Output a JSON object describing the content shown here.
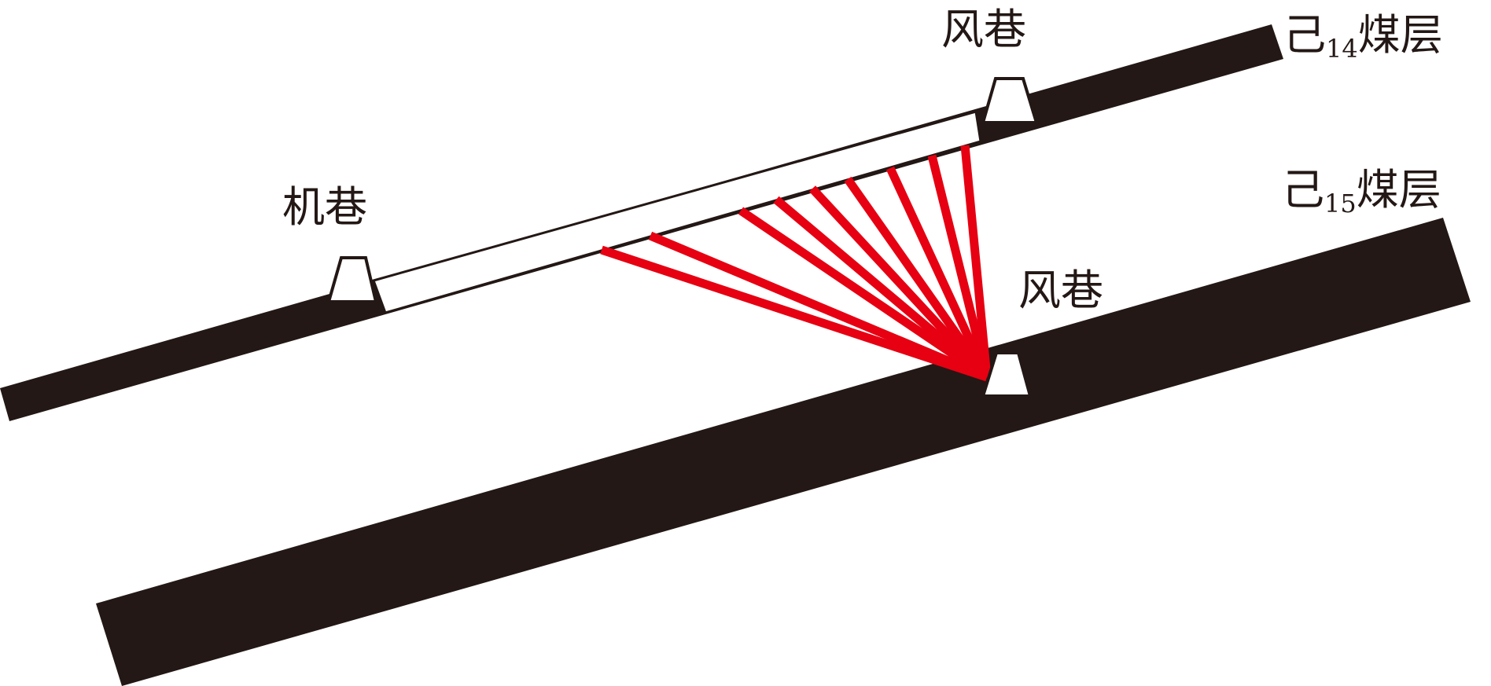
{
  "labels": {
    "upper_seam": {
      "prefix": "己",
      "subscript": "14",
      "suffix": "煤层"
    },
    "lower_seam": {
      "prefix": "己",
      "subscript": "15",
      "suffix": "煤层"
    },
    "upper_air_roadway": "风巷",
    "machine_roadway": "机巷",
    "lower_air_roadway": "风巷"
  },
  "colors": {
    "seam": "#231815",
    "borehole": "#e60012",
    "roadway_fill": "#ffffff",
    "roadway_stroke": "#231815",
    "background": "#ffffff"
  },
  "drilling": {
    "borehole_count": 9
  }
}
